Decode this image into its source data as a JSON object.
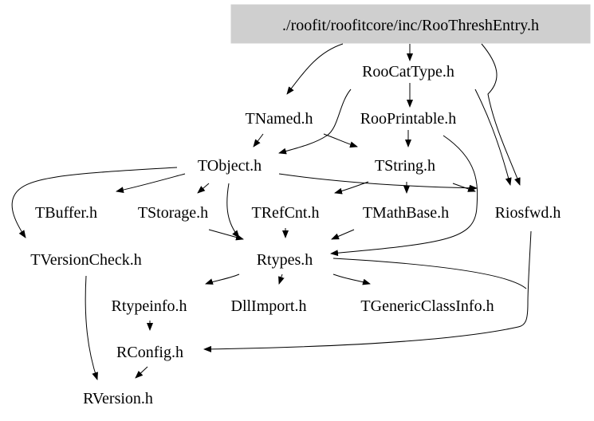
{
  "root": {
    "label": "./roofit/roofitcore/inc/RooThreshEntry.h",
    "fill": "#cfcfcf"
  },
  "nodes": {
    "roocattype": "RooCatType.h",
    "tnamed": "TNamed.h",
    "rooprintable": "RooPrintable.h",
    "tobject": "TObject.h",
    "tstring": "TString.h",
    "tbuffer": "TBuffer.h",
    "tstorage": "TStorage.h",
    "trefcnt": "TRefCnt.h",
    "tmathbase": "TMathBase.h",
    "riosfwd": "Riosfwd.h",
    "tversioncheck": "TVersionCheck.h",
    "rtypes": "Rtypes.h",
    "rtypeinfo": "Rtypeinfo.h",
    "dllimport": "DllImport.h",
    "tgenericclassinfo": "TGenericClassInfo.h",
    "rconfig": "RConfig.h",
    "rversion": "RVersion.h"
  }
}
